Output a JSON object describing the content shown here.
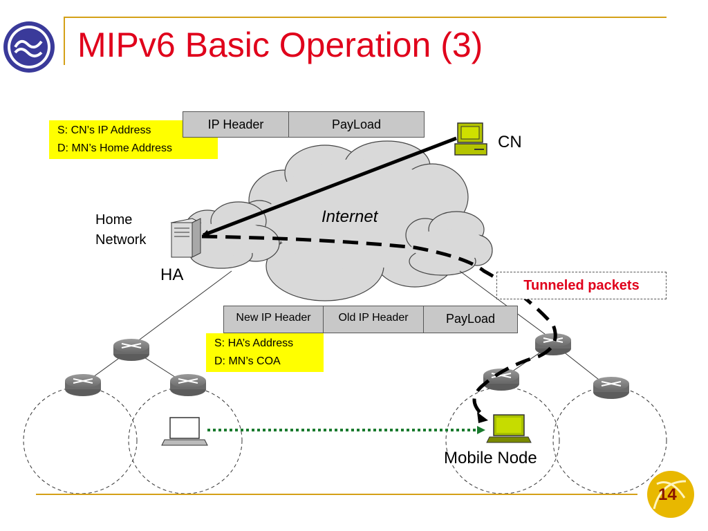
{
  "title": "MIPv6 Basic Operation (3)",
  "page_number": "14",
  "colors": {
    "title": "#e0001b",
    "rule": "#d4a017",
    "highlight": "#ffff00",
    "packet": "#c8c8c8",
    "dotted_arrow": "#1a7a2e"
  },
  "labels": {
    "cn": "CN",
    "home_network_line1": "Home",
    "home_network_line2": "Network",
    "ha": "HA",
    "internet": "Internet",
    "mobile_node": "Mobile Node",
    "tunneled_packets": "Tunneled packets"
  },
  "original_packet": {
    "cells": [
      "IP Header",
      "PayLoad"
    ],
    "src": "S: CN’s IP Address",
    "dst": "D: MN’s Home Address"
  },
  "tunneled_packet": {
    "cells": [
      "New IP Header",
      "Old IP Header",
      "PayLoad"
    ],
    "src": "S: HA’s Address",
    "dst": "D: MN’s COA"
  },
  "icons": [
    "logo-icon",
    "computer-icon",
    "server-icon",
    "router-icon",
    "laptop-icon",
    "cloud-icon",
    "page-number-icon"
  ]
}
